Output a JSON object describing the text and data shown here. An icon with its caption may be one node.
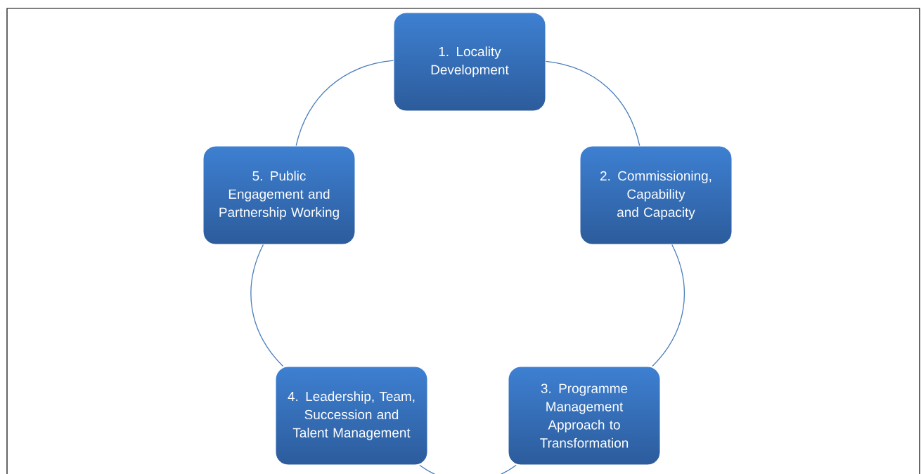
{
  "diagram": {
    "nodes": [
      {
        "text": [
          "1. Locality Development"
        ]
      },
      {
        "text": [
          "2. Commissioning, Capability and Capacity"
        ]
      },
      {
        "text": [
          "3. Programme Management Approach to Transformation"
        ]
      },
      {
        "text": [
          "4. Leadership, Team, Succession and Talent Management"
        ]
      },
      {
        "text": [
          "5. Public Engagement and Partnership Working"
        ]
      }
    ],
    "edges": [
      {
        "from": 0,
        "to": 1,
        "arrow": "none"
      },
      {
        "from": 1,
        "to": 2,
        "arrow": "none"
      },
      {
        "from": 2,
        "to": 3,
        "arrow": "none"
      },
      {
        "from": 3,
        "to": 4,
        "arrow": "none"
      },
      {
        "from": 4,
        "to": 0,
        "arrow": "none"
      }
    ]
  }
}
